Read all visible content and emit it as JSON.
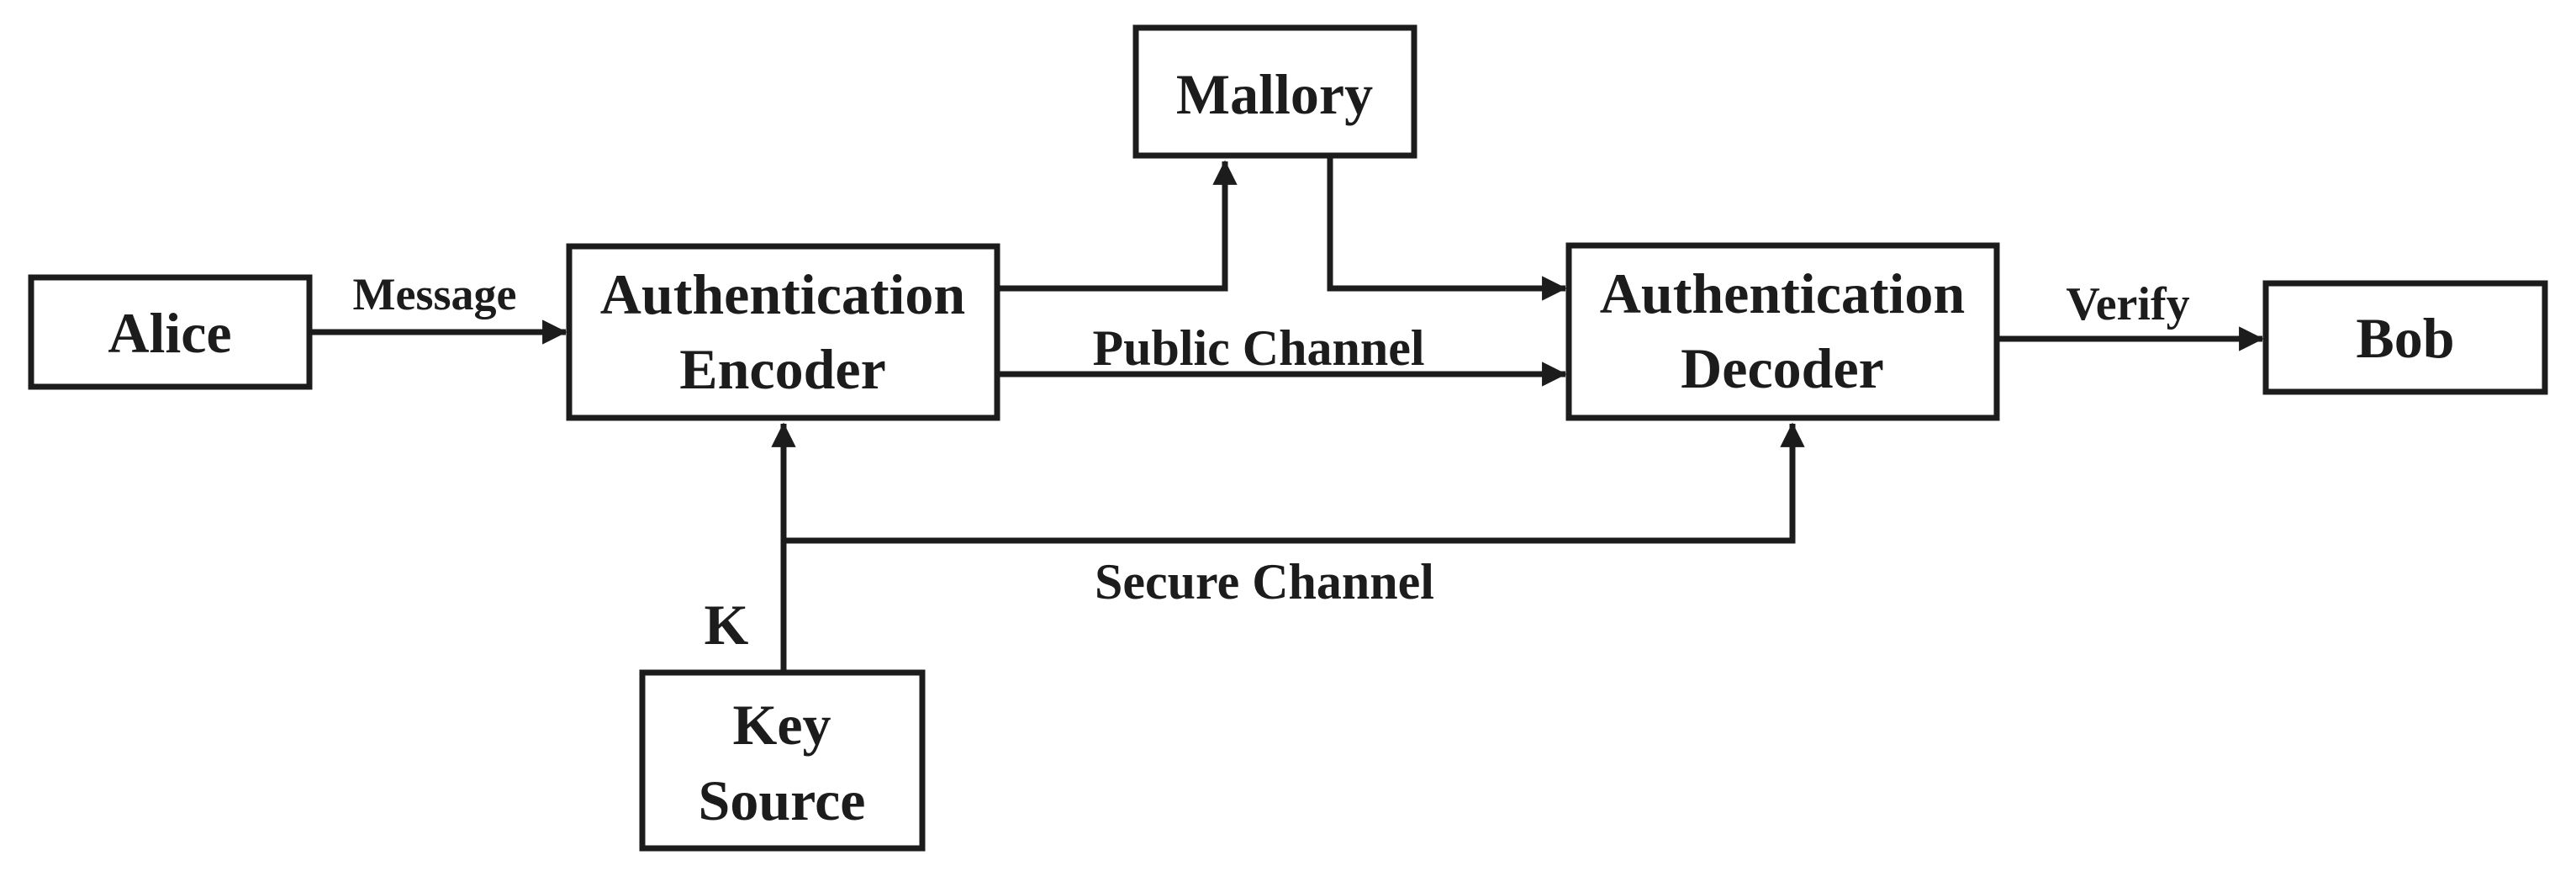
{
  "diagram": {
    "colors": {
      "ink": "#1c1c1c",
      "background": "#ffffff"
    },
    "nodes": {
      "alice": {
        "label": "Alice"
      },
      "authentication_encoder": {
        "line1": "Authentication",
        "line2": "Encoder"
      },
      "mallory": {
        "label": "Mallory"
      },
      "authentication_decoder": {
        "line1": "Authentication",
        "line2": "Decoder"
      },
      "bob": {
        "label": "Bob"
      },
      "key_source": {
        "line1": "Key",
        "line2": "Source"
      }
    },
    "edges": {
      "message": {
        "label": "Message"
      },
      "public_channel": {
        "label": "Public Channel"
      },
      "secure_channel": {
        "label": "Secure Channel"
      },
      "verify": {
        "label": "Verify"
      },
      "key": {
        "label": "K"
      }
    }
  }
}
